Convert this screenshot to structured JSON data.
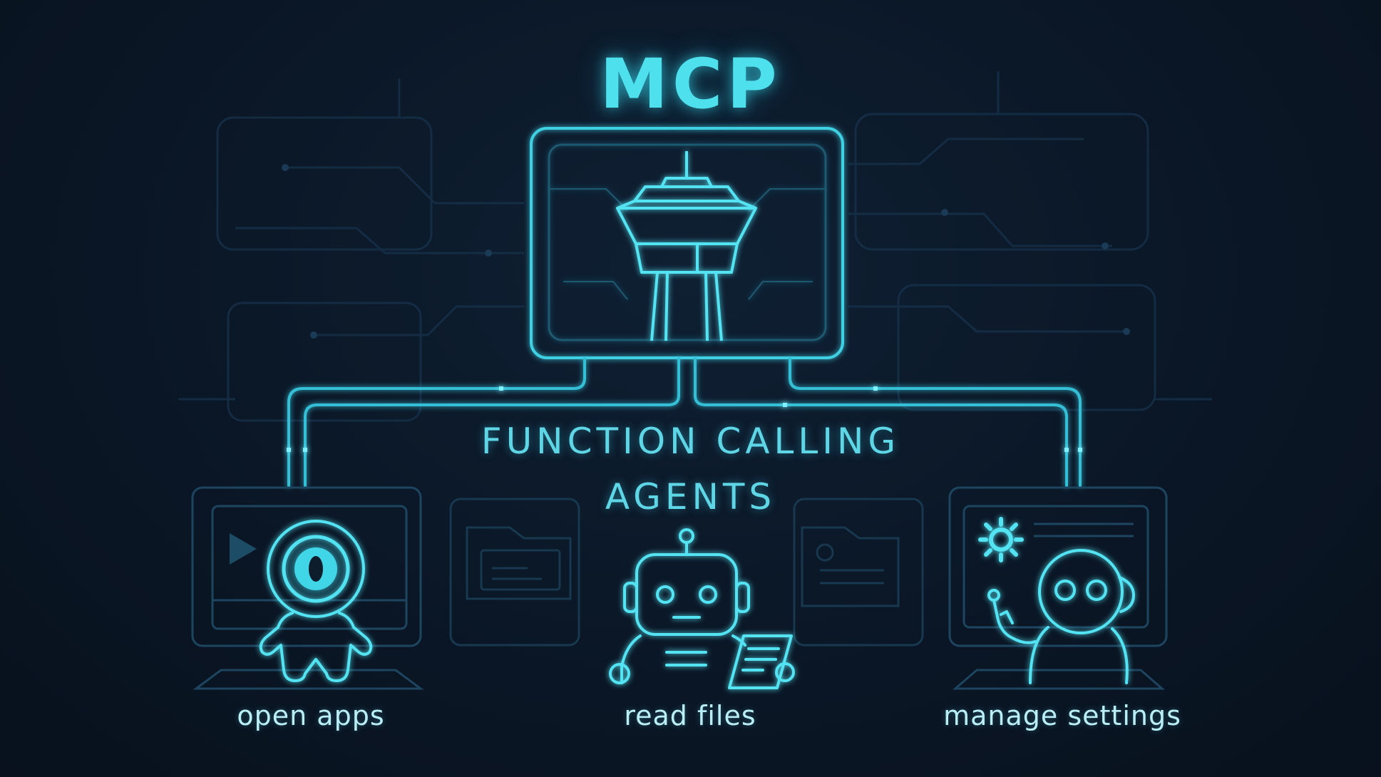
{
  "diagram": {
    "title": "MCP",
    "subtitle_line1": "FUNCTION CALLING",
    "subtitle_line2": "AGENTS",
    "agents": [
      {
        "label": "open apps"
      },
      {
        "label": "read files"
      },
      {
        "label": "manage settings"
      }
    ]
  },
  "colors": {
    "background": "#0a1422",
    "glow_cyan": "#4fe0ee",
    "line_cyan": "#3cc6dc",
    "dim_panel": "#1a3346",
    "caption_text": "#b9eef6"
  },
  "icons": {
    "hub": "control-tower-icon",
    "agent_left": "one-eyed-robot-icon",
    "agent_middle": "robot-with-document-icon",
    "agent_right": "robot-with-gear-icon"
  }
}
